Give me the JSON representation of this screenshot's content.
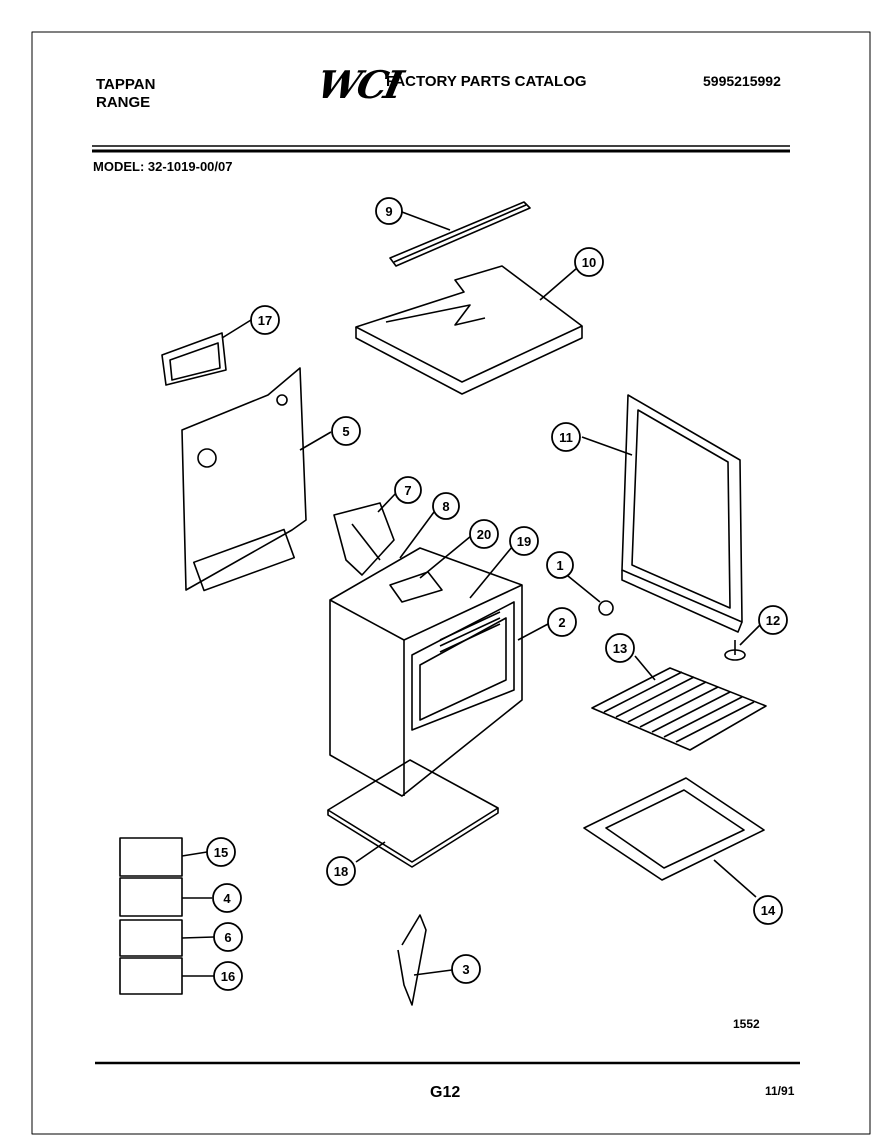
{
  "header": {
    "brand_line1": "TAPPAN",
    "brand_line2": "RANGE",
    "logo_text": "WCI",
    "catalog_title": "FACTORY PARTS CATALOG",
    "catalog_number": "5995215992"
  },
  "model": {
    "label": "MODEL:",
    "value": "32-1019-00/07"
  },
  "callouts": [
    "9",
    "10",
    "17",
    "5",
    "11",
    "7",
    "8",
    "20",
    "19",
    "1",
    "2",
    "12",
    "13",
    "18",
    "15",
    "4",
    "6",
    "16",
    "3",
    "14"
  ],
  "diagram_code": "1552",
  "footer": {
    "page_code": "G12",
    "date": "11/91"
  }
}
